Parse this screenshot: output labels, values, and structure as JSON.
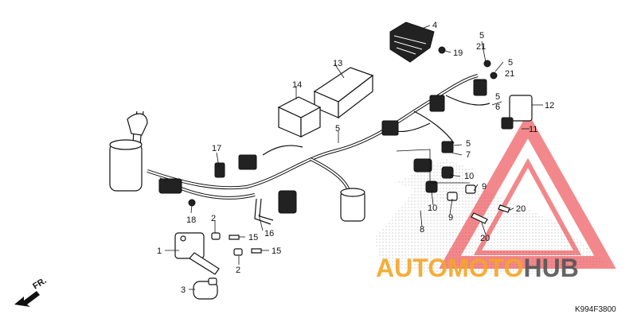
{
  "diagram": {
    "callouts": [
      {
        "id": "c1",
        "label": "1"
      },
      {
        "id": "c2a",
        "label": "2"
      },
      {
        "id": "c2b",
        "label": "2"
      },
      {
        "id": "c3",
        "label": "3"
      },
      {
        "id": "c4",
        "label": "4"
      },
      {
        "id": "c5a",
        "label": "5"
      },
      {
        "id": "c5b",
        "label": "5"
      },
      {
        "id": "c5c",
        "label": "5"
      },
      {
        "id": "c5d",
        "label": "5"
      },
      {
        "id": "c5e",
        "label": "5"
      },
      {
        "id": "c6",
        "label": "6"
      },
      {
        "id": "c7",
        "label": "7"
      },
      {
        "id": "c8",
        "label": "8"
      },
      {
        "id": "c9a",
        "label": "9"
      },
      {
        "id": "c9b",
        "label": "9"
      },
      {
        "id": "c10a",
        "label": "10"
      },
      {
        "id": "c10b",
        "label": "10"
      },
      {
        "id": "c11",
        "label": "11"
      },
      {
        "id": "c12",
        "label": "12"
      },
      {
        "id": "c13",
        "label": "13"
      },
      {
        "id": "c14",
        "label": "14"
      },
      {
        "id": "c15a",
        "label": "15"
      },
      {
        "id": "c15b",
        "label": "15"
      },
      {
        "id": "c16",
        "label": "16"
      },
      {
        "id": "c17",
        "label": "17"
      },
      {
        "id": "c18",
        "label": "18"
      },
      {
        "id": "c19",
        "label": "19"
      },
      {
        "id": "c20a",
        "label": "20"
      },
      {
        "id": "c20b",
        "label": "20"
      },
      {
        "id": "c21a",
        "label": "21"
      },
      {
        "id": "c21b",
        "label": "21"
      }
    ],
    "direction_label": "FR.",
    "diagram_code": "K994F3800"
  },
  "watermark": {
    "part1": "AUTO",
    "part2": "MOTO",
    "part3": "HUB",
    "color_orange": "#f5a623",
    "color_gray": "#555555",
    "color_red": "#e8282e"
  }
}
